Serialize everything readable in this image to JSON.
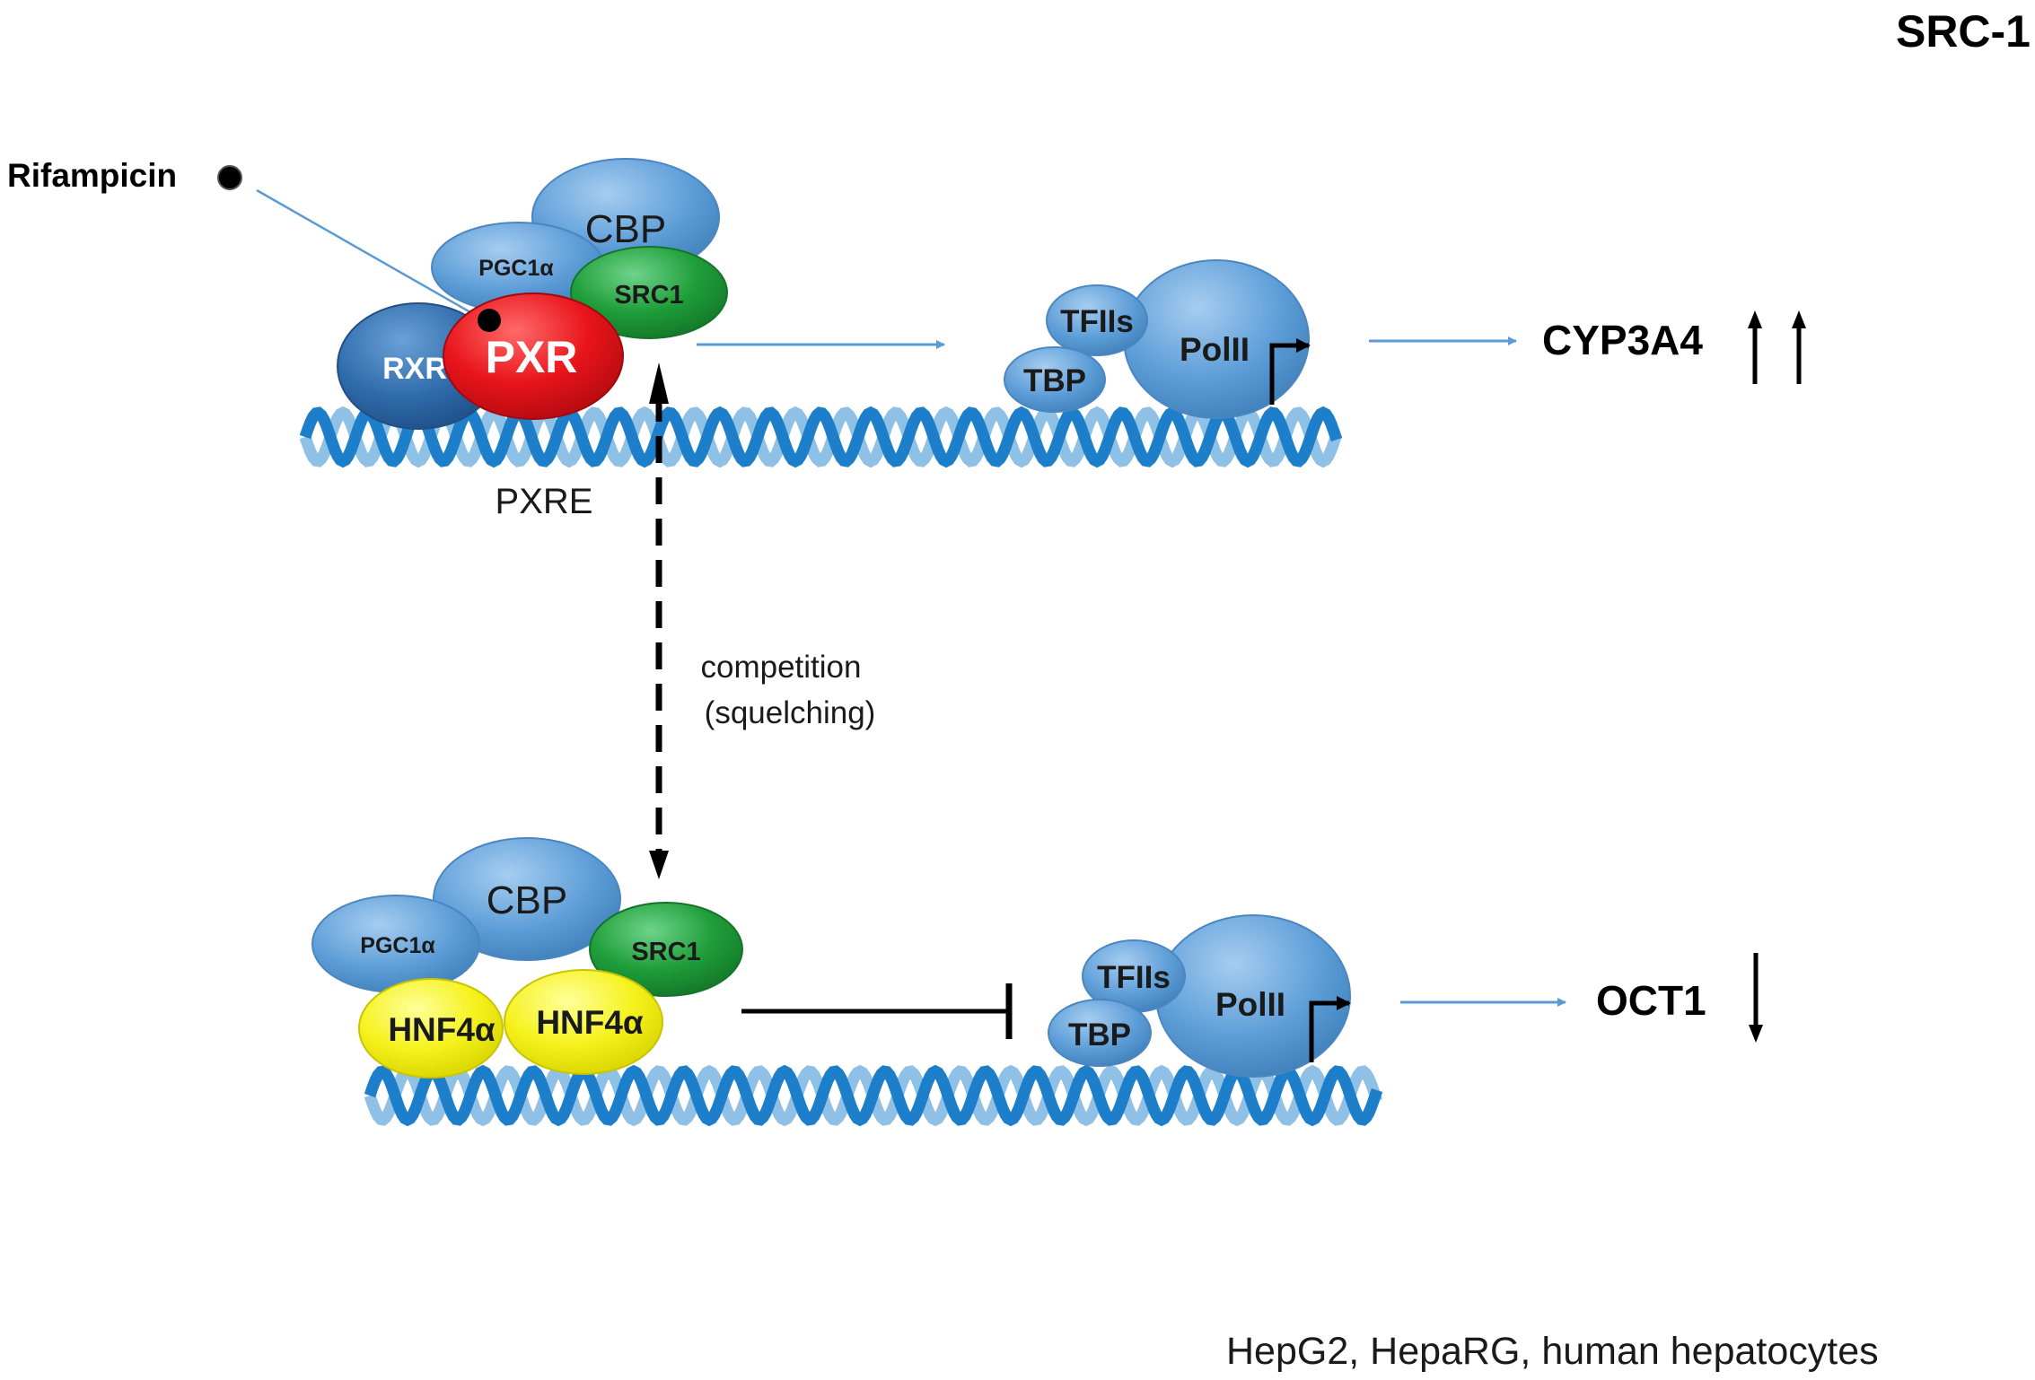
{
  "title": "SRC-1",
  "ligand": {
    "label": "Rifampicin"
  },
  "top_complex": {
    "rxr": "RXR",
    "pxr": "PXR",
    "pgc1a": "PGC1α",
    "cbp": "CBP",
    "src1": "SRC1",
    "element": "PXRE"
  },
  "top_promoter": {
    "tfiis": "TFIIs",
    "tbp": "TBP",
    "polii": "PolII"
  },
  "top_output": {
    "gene": "CYP3A4",
    "effect": "up-up"
  },
  "middle_arrow": {
    "line1": "competition",
    "line2": "(squelching)"
  },
  "bottom_complex": {
    "pgc1a": "PGC1α",
    "cbp": "CBP",
    "src1": "SRC1",
    "hnf4a_left": "HNF4α",
    "hnf4a_right": "HNF4α"
  },
  "bottom_promoter": {
    "tfiis": "TFIIs",
    "tbp": "TBP",
    "polii": "PolII"
  },
  "bottom_output": {
    "gene": "OCT1",
    "effect": "down"
  },
  "footnote": "HepG2, HepaRG, human hepatocytes",
  "colors": {
    "blue_protein": "#5b9bd5",
    "dark_blue": "#2e6aa8",
    "pxr_red": "#e8141b",
    "src1_green": "#1f9e3a",
    "hnf4a_yellow": "#f5f21e",
    "dna_light": "#8fc1e6",
    "dna_dark": "#1d7fc9",
    "arrow_blue": "#5b9bd5"
  },
  "icons": [
    "ligand-dot-icon",
    "tss-arrow-icon",
    "up-arrow-icon",
    "down-arrow-icon",
    "inhibition-bar-icon"
  ]
}
